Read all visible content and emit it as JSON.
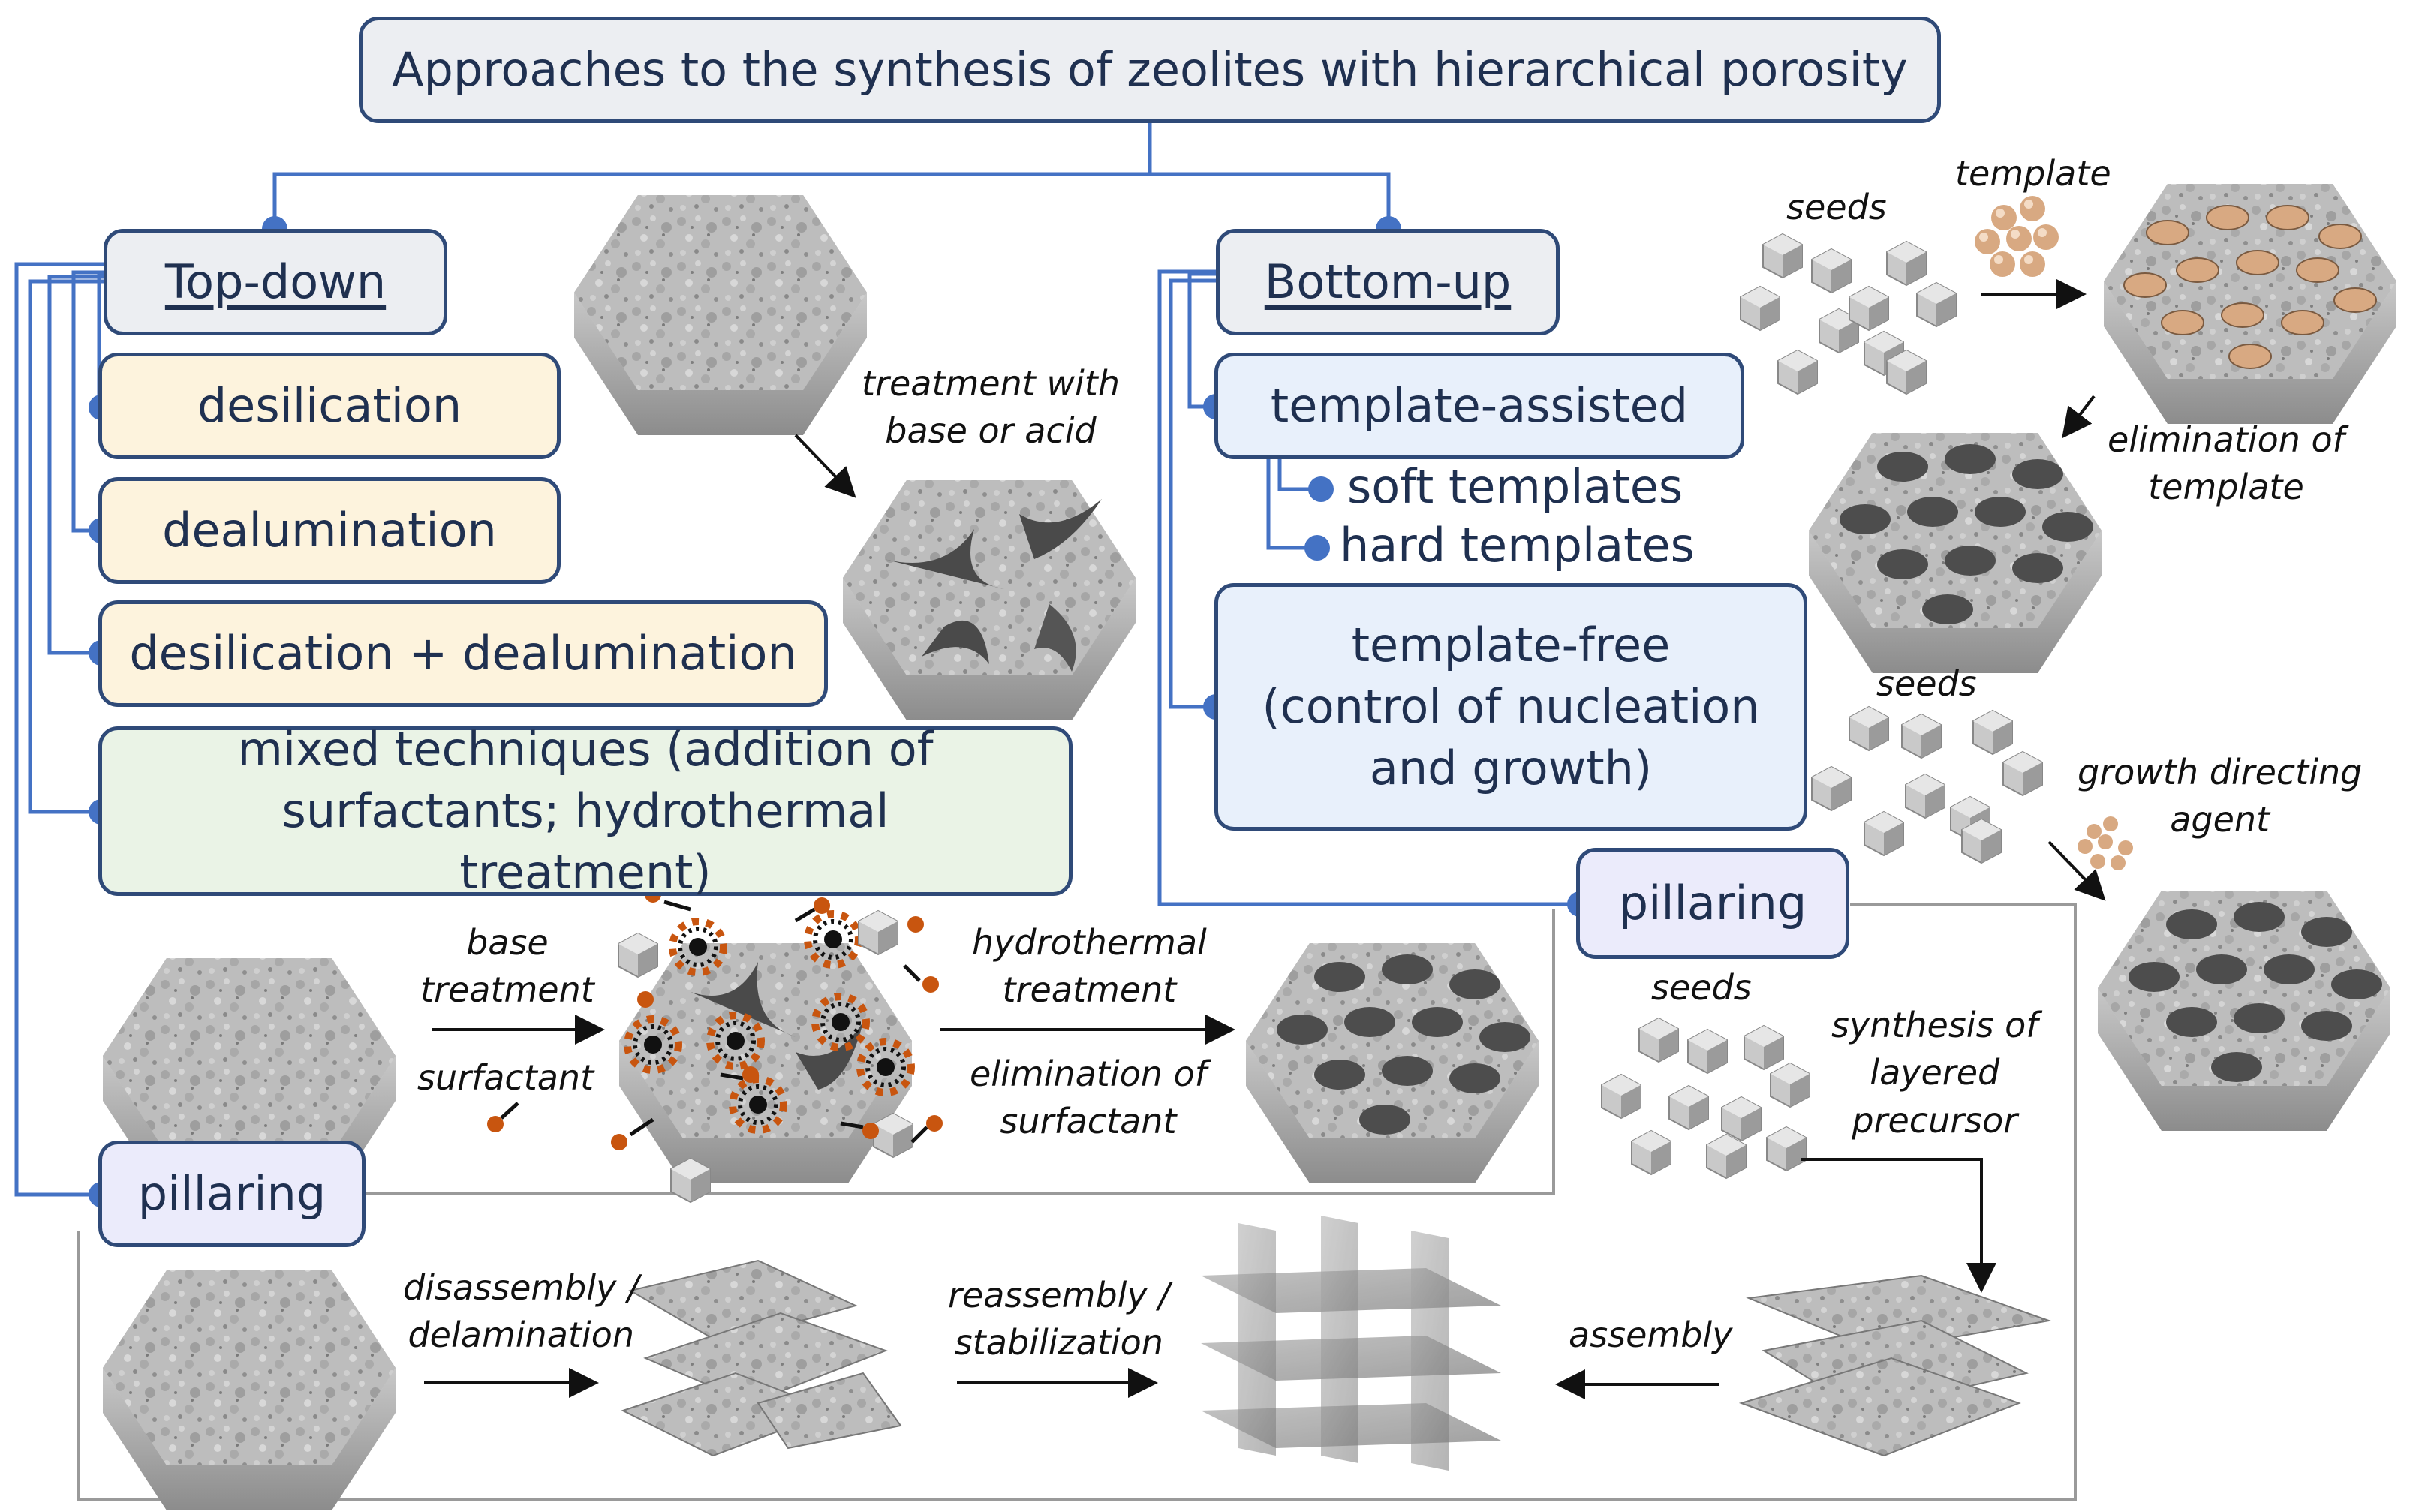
{
  "title": "Approaches to the synthesis of zeolites with hierarchical porosity",
  "top_down": {
    "heading": "Top-down",
    "items": [
      "desilication",
      "dealumination",
      "desilication + dealumination",
      "mixed techniques (addition of surfactants; hydrothermal treatment)",
      "pillaring"
    ]
  },
  "bottom_up": {
    "heading": "Bottom-up",
    "template_assisted": "template-assisted",
    "soft_templates": "soft templates",
    "hard_templates": "hard templates",
    "template_free_line1": "template-free",
    "template_free_line2": "(control of nucleation",
    "template_free_line3": "and growth)",
    "pillaring": "pillaring"
  },
  "labels": {
    "treatment_base_acid_1": "treatment with",
    "treatment_base_acid_2": "base or acid",
    "seeds_1": "seeds",
    "template": "template",
    "elimination_template_1": "elimination of",
    "elimination_template_2": "template",
    "seeds_2": "seeds",
    "growth_directing_1": "growth directing",
    "growth_directing_2": "agent",
    "base_treatment_1": "base",
    "base_treatment_2": "treatment",
    "surfactant": "surfactant",
    "hydrothermal_1": "hydrothermal",
    "hydrothermal_2": "treatment",
    "elim_surfactant_1": "elimination of",
    "elim_surfactant_2": "surfactant",
    "seeds_3": "seeds",
    "synthesis_1": "synthesis of",
    "synthesis_2": "layered",
    "synthesis_3": "precursor",
    "disassembly_1": "disassembly /",
    "disassembly_2": "delamination",
    "reassembly_1": "reassembly /",
    "reassembly_2": "stabilization",
    "assembly": "assembly"
  },
  "colors": {
    "border": "#2f4a78",
    "connector": "#4472c4",
    "yellow_fill": "#fdf3dd",
    "green_fill": "#eaf3e6",
    "blue_fill": "#e8f0fb",
    "lavender_fill": "#ebebfb",
    "title_fill": "#eceef2",
    "surfactant": "#c8550f",
    "template_sphere": "#d8a982"
  }
}
